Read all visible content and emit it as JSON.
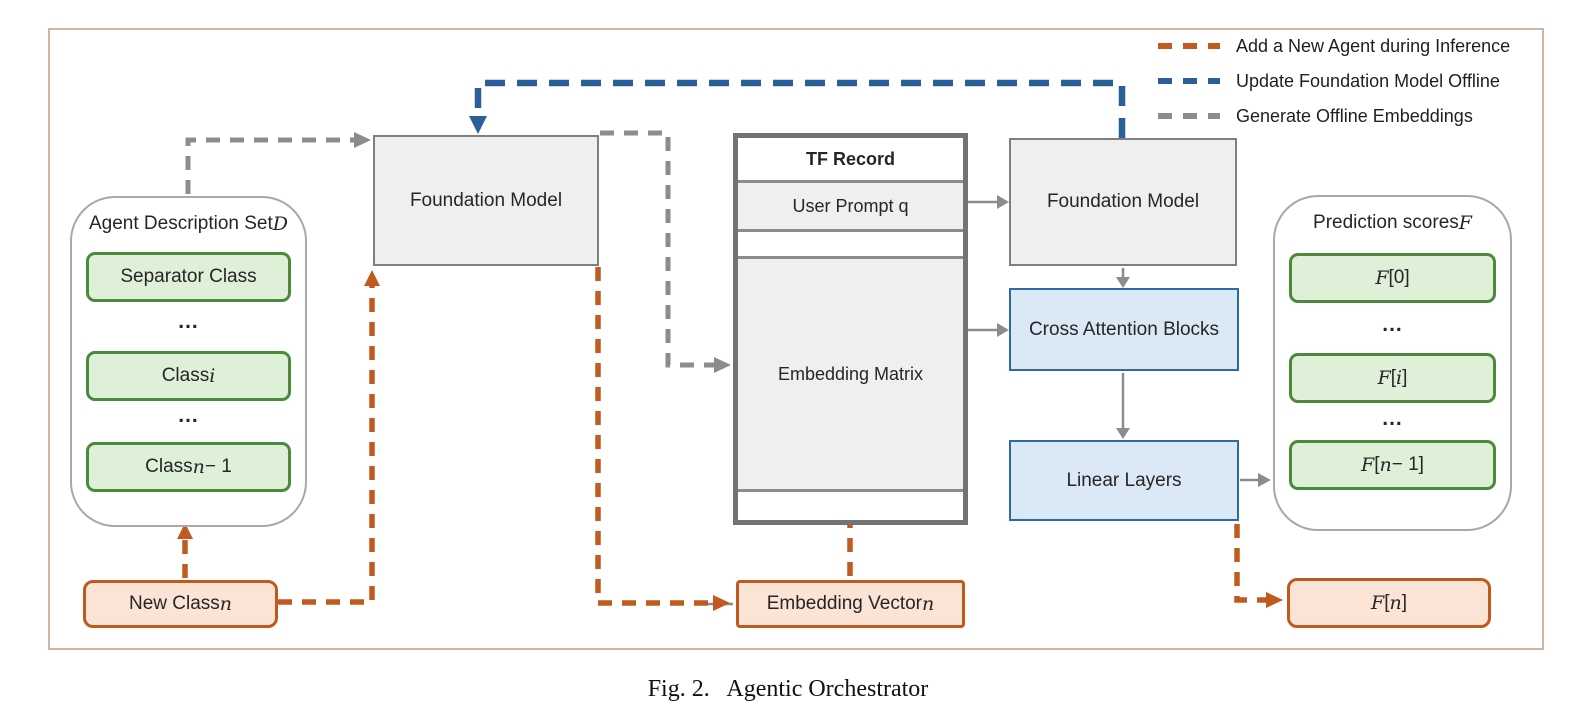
{
  "caption": "Fig. 2.   Agentic Orchestrator",
  "ellipsis": "...",
  "colors": {
    "orange_line": "#c05a1f",
    "blue_line": "#2b5f99",
    "gray_line": "#8c8c8c",
    "green_fill": "#def0d7",
    "green_border": "#4a8a3a",
    "blue_fill": "#dbe9f6",
    "blue_border": "#2c6ba6",
    "gray_fill": "#f0efef",
    "gray_border": "#7f7f7f",
    "orange_fill": "#fbe3d5",
    "orange_border": "#bf5a1e",
    "frame_border": "#cfb5a6"
  },
  "legend": {
    "items": [
      {
        "label": "Add a New Agent during Inference",
        "color": "#c05a1f"
      },
      {
        "label": "Update Foundation Model Offline",
        "color": "#2b5f99"
      },
      {
        "label": "Generate Offline Embeddings",
        "color": "#8c8c8c"
      }
    ]
  },
  "agent_set": {
    "title": [
      {
        "t": "Agent Description Set ",
        "m": 0
      },
      {
        "t": "D",
        "m": 1
      }
    ],
    "items": [
      {
        "label": [
          {
            "t": "Separator Class",
            "m": 0
          }
        ]
      },
      {
        "label": [
          {
            "t": "Class ",
            "m": 0
          },
          {
            "t": "i",
            "m": 1
          }
        ]
      },
      {
        "label": [
          {
            "t": "Class ",
            "m": 0
          },
          {
            "t": "n",
            "m": 1
          },
          {
            "t": " − 1",
            "m": 0
          }
        ]
      }
    ]
  },
  "foundation_model_left": {
    "label": "Foundation Model"
  },
  "tf_record": {
    "header": "TF Record",
    "user_prompt": "User Prompt q",
    "embedding_matrix": "Embedding Matrix"
  },
  "foundation_model_right": {
    "label": "Foundation Model"
  },
  "cross_attention": {
    "label": "Cross Attention Blocks"
  },
  "linear_layers": {
    "label": "Linear Layers"
  },
  "prediction": {
    "title": [
      {
        "t": "Prediction scores ",
        "m": 0
      },
      {
        "t": "F",
        "m": 1
      }
    ],
    "items": [
      {
        "label": [
          {
            "t": "F",
            "m": 1
          },
          {
            "t": "[0]",
            "m": 0
          }
        ]
      },
      {
        "label": [
          {
            "t": "F",
            "m": 1
          },
          {
            "t": "[",
            "m": 0
          },
          {
            "t": "i",
            "m": 1
          },
          {
            "t": "]",
            "m": 0
          }
        ]
      },
      {
        "label": [
          {
            "t": "F",
            "m": 1
          },
          {
            "t": "[",
            "m": 0
          },
          {
            "t": "n",
            "m": 1
          },
          {
            "t": " − 1]",
            "m": 0
          }
        ]
      }
    ]
  },
  "new_class": {
    "label": [
      {
        "t": "New Class ",
        "m": 0
      },
      {
        "t": "n",
        "m": 1
      }
    ]
  },
  "embedding_vector": {
    "label": [
      {
        "t": "Embedding Vector ",
        "m": 0
      },
      {
        "t": "n",
        "m": 1
      }
    ]
  },
  "f_n": {
    "label": [
      {
        "t": "F",
        "m": 1
      },
      {
        "t": "[",
        "m": 0
      },
      {
        "t": "n",
        "m": 1
      },
      {
        "t": "]",
        "m": 0
      }
    ]
  }
}
